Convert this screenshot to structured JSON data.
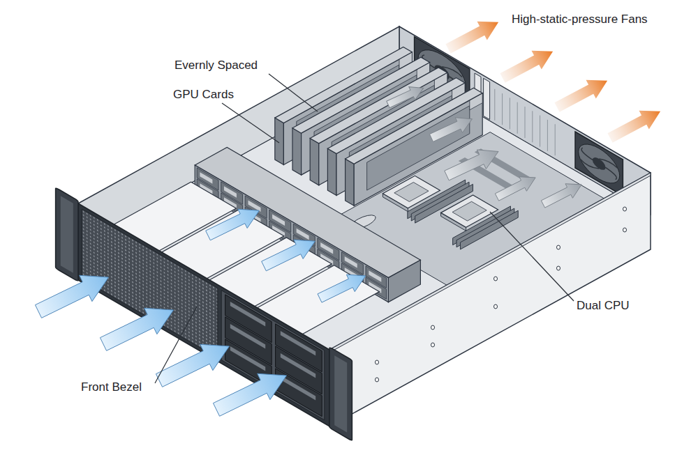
{
  "diagram": {
    "labels": [
      "High-static-pressure Fans",
      "Evernly Spaced",
      "GPU Cards",
      "Dual CPU",
      "Front Bezel"
    ]
  }
}
